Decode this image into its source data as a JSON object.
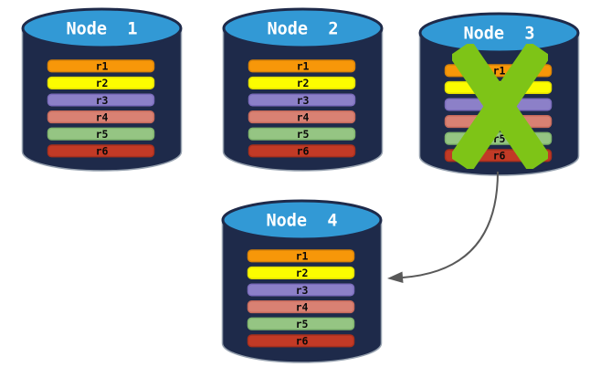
{
  "colors": {
    "cylinder_body": "#1E2A4A",
    "cylinder_top": "#3299D5",
    "cylinder_outline": "#95A0AE",
    "node_label_text": "#FFFFFF",
    "failure_x": "#7EC417",
    "arrow": "#595959"
  },
  "replicas": [
    {
      "label": "r1",
      "fill": "#F79709",
      "border": "#DA8306"
    },
    {
      "label": "r2",
      "fill": "#FCFC00",
      "border": "#E0DC00"
    },
    {
      "label": "r3",
      "fill": "#8C80C8",
      "border": "#7A6BBB"
    },
    {
      "label": "r4",
      "fill": "#D98173",
      "border": "#C66A5B"
    },
    {
      "label": "r5",
      "fill": "#95C583",
      "border": "#7EB36C"
    },
    {
      "label": "r6",
      "fill": "#C23A26",
      "border": "#A82F1C"
    }
  ],
  "nodes": [
    {
      "label": "Node  1",
      "failed": false
    },
    {
      "label": "Node  2",
      "failed": false
    },
    {
      "label": "Node  3",
      "failed": true
    },
    {
      "label": "Node  4",
      "failed": false
    }
  ]
}
